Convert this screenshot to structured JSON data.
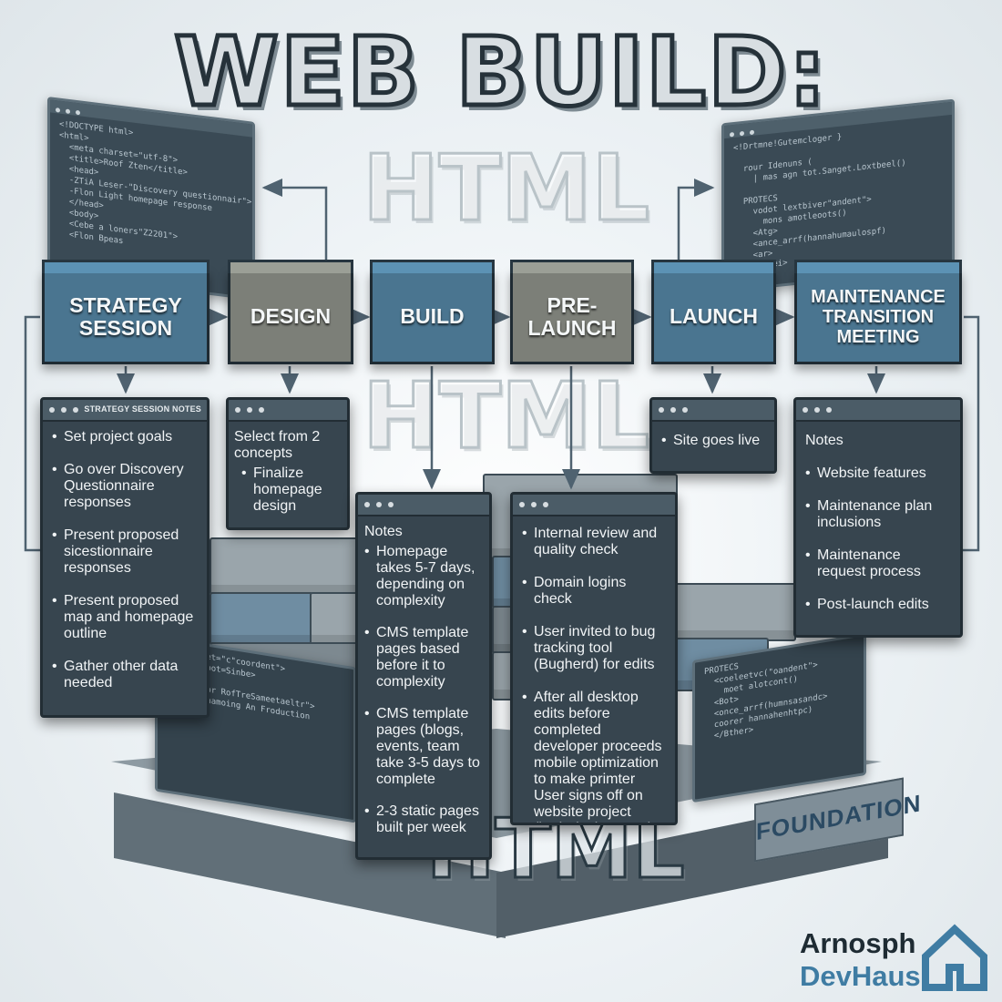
{
  "title": "WEB BUILD:",
  "ghost_text": [
    "HTML",
    "HTML",
    "HTML"
  ],
  "code_left": "<!DOCTYPE html>\n<html>\n  <meta charset=\"utf-8\">\n  <title>Roof Zten</title>\n  <head>\n  -ZTiA Leser-\"Discovery questionnair\">\n  -Flon Light homepage response\n  </head>\n  <body>\n  <Cebe a loners\"Z2201\">\n  <Flon Bpeas",
  "code_right": "<!Drtmne!Gutemcloger }\n\n  rour Idenuns (\n    | mas agn tot.Sanget.Loxtbeel()\n\n  PROTECS\n    vodot lextbiver\"andent\">\n      mons amotleoots()\n    <Atg>\n    <ance_arrf(hannahumaulospf)\n    <ar>\n    </drei>",
  "code_bl": "<a charset=\"c\"coordent\">\n<HERTA moot=Sinbe>\n<Bot>\n<ZTiA noor RofTreSameetaeltr\">\n<Ptote chamoing An Froduction",
  "code_br": "PROTECS\n  <coeleetvc(\"oandent\">\n    moet alotcont()\n  <Bot>\n  <once_arrf(humnsasandc>\n  coorer hannahenhtpc)\n  </Bther>",
  "stages": [
    {
      "id": "strategy",
      "label": "STRATEGY SESSION"
    },
    {
      "id": "design",
      "label": "DESIGN"
    },
    {
      "id": "build",
      "label": "BUILD"
    },
    {
      "id": "prelaunch",
      "label": "PRE-LAUNCH"
    },
    {
      "id": "launch",
      "label": "LAUNCH"
    },
    {
      "id": "maintenance",
      "label": "MAINTENANCE TRANSITION MEETING"
    }
  ],
  "notes": {
    "strategy": {
      "header": "STRATEGY SESSION NOTES",
      "items": [
        "Set project goals",
        "Go over Discovery Questionnaire responses",
        "Present proposed sicestionnaire responses",
        "Present proposed map and homepage outline",
        "Gather other data needed"
      ]
    },
    "design": {
      "intro": "Select from 2 concepts",
      "items": [
        "Finalize homepage design"
      ]
    },
    "build": {
      "intro": "Notes",
      "items": [
        "Homepage takes 5-7 days, depending on complexity",
        "CMS template pages based before it to complexity",
        "CMS template pages (blogs, events, team take 3-5 days to complete",
        "2-3 static pages built per week"
      ]
    },
    "prelaunch": {
      "items": [
        "Internal review and quality check",
        "Domain logins check",
        "User invited to bug tracking tool (Bugherd) for edits",
        "After all desktop edits before completed developer proceeds mobile optimization to make primter User signs off on website project (both desktop and mobile)"
      ]
    },
    "launch": {
      "items": [
        "Site goes live"
      ]
    },
    "maintenance": {
      "intro": "Notes",
      "items": [
        "Website features",
        "Maintenance plan inclusions",
        "Maintenance request process",
        "Post-launch edits"
      ]
    }
  },
  "foundation_label": "FOUNDATION",
  "logo": {
    "line1": "Arnosph",
    "line2": "DevHaus",
    "icon": "house-icon",
    "color": "#3f7ca3"
  },
  "colors": {
    "block_blue": "#4a7590",
    "block_gray": "#7c7f78",
    "panel": "#37454f",
    "accent": "#3f7ca3"
  }
}
